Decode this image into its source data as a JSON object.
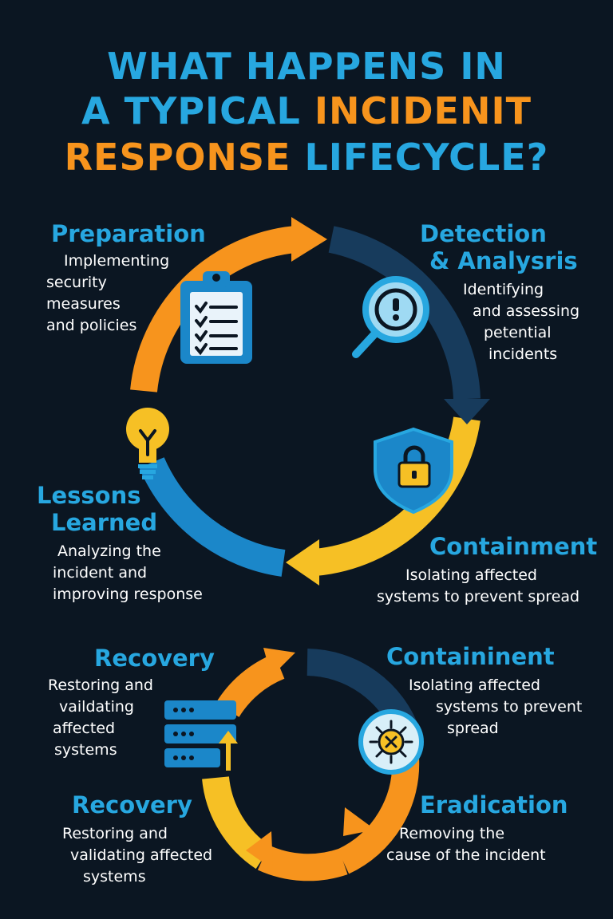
{
  "title": {
    "line1": "WHAT HAPPENS IN",
    "line2_a": "A TYPICAL",
    "line2_b": "INCIDENIT",
    "line3_a": "RESPONSE",
    "line3_b": "LIFECYCLE?"
  },
  "colors": {
    "background": "#0b1622",
    "blue": "#27a7e0",
    "orange": "#f7941d",
    "yellow": "#f6c025",
    "navy": "#173b5c"
  },
  "cycle1": {
    "preparation": {
      "label": "Preparation",
      "desc1": "Implementing",
      "desc2": "security",
      "desc3": "measures",
      "desc4": "and policies",
      "icon": "clipboard-checklist-icon"
    },
    "detection": {
      "label1": "Detection",
      "label2": "& Analysris",
      "desc1": "Identifying",
      "desc2": "and assessing",
      "desc3": "petential",
      "desc4": "incidents",
      "icon": "magnifier-alert-icon"
    },
    "containment": {
      "label": "Containment",
      "desc1": "Isolating affected",
      "desc2": "systems to prevent spread",
      "icon": "shield-lock-icon"
    },
    "lessons": {
      "label1": "Lessons",
      "label2": "Learned",
      "desc1": "Analyzing the",
      "desc2": "incident and",
      "desc3": "improving response",
      "icon": "lightbulb-icon"
    }
  },
  "cycle2": {
    "recovery_top": {
      "label": "Recovery",
      "desc1": "Restoring and",
      "desc2": "vaildating",
      "desc3": "affected",
      "desc4": "systems",
      "icon": "server-upload-icon"
    },
    "containment": {
      "label": "Containinent",
      "desc1": "Isolating affected",
      "desc2": "systems to prevent",
      "desc3": "spread",
      "icon": "virus-icon"
    },
    "recovery_bottom": {
      "label": "Recovery",
      "desc1": "Restoring and",
      "desc2": "validating affected",
      "desc3": "systems"
    },
    "eradication": {
      "label": "Eradication",
      "desc1": "Removing the",
      "desc2": "cause of the incident"
    }
  }
}
